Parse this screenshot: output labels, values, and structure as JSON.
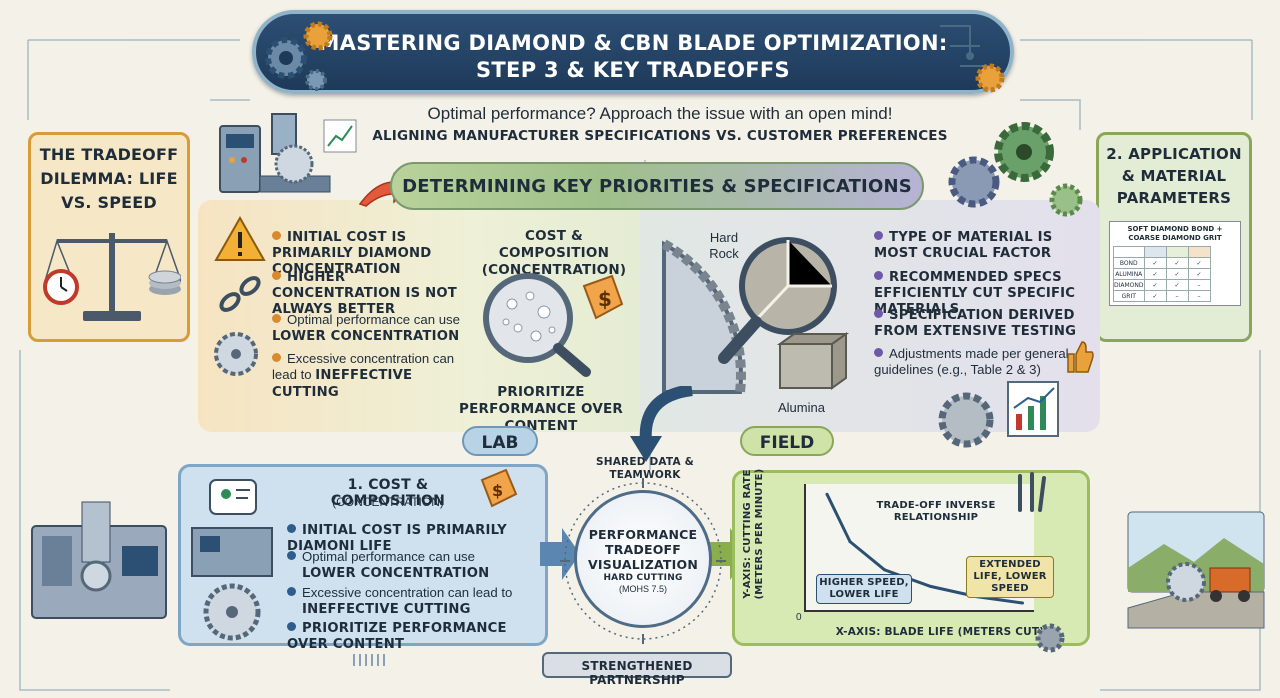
{
  "title": {
    "line1": "MASTERING DIAMOND & CBN BLADE OPTIMIZATION:",
    "line2": "STEP 3 & KEY TRADEOFFS"
  },
  "subtitle": "Optimal performance? Approach the issue with an open mind!",
  "subtitle_caps": "ALIGNING MANUFACTURER SPECIFICATIONS VS. CUSTOMER PREFERENCES",
  "left_box": {
    "label": "THE TRADEOFF DILEMMA: LIFE VS. SPEED"
  },
  "right_box": {
    "label": "2. APPLICATION & MATERIAL PARAMETERS",
    "table_title": "SOFT DIAMOND BOND + COARSE DIAMOND GRIT",
    "table_rows": [
      "BOND",
      "ALUMINA",
      "DIAMOND",
      "GRIT"
    ]
  },
  "priorities": "DETERMINING KEY PRIORITIES & SPECIFICATIONS",
  "left_panel": {
    "heading": "COST & COMPOSITION",
    "heading_sub": "(CONCENTRATION)",
    "b1": "INITIAL COST IS PRIMARILY DIAMOND CONCENTRATION",
    "b2": "HIGHER CONCENTRATION IS NOT ALWAYS BETTER",
    "b3a": "Optimal performance can use ",
    "b3b": "LOWER CONCENTRATION",
    "b4a": "Excessive concentration can lead to ",
    "b4b": "INEFFECTIVE CUTTING",
    "prioritize": "PRIORITIZE PERFORMANCE OVER CONTENT"
  },
  "right_panel": {
    "hard_rock": "Hard Rock",
    "alumina": "Alumina",
    "b1": "TYPE OF MATERIAL IS MOST CRUCIAL FACTOR",
    "b2": "RECOMMENDED SPECS EFFICIENTLY CUT SPECIFIC MATERIALS",
    "b3": "SPECIFICATION DERIVED FROM EXTENSIVE TESTING",
    "b4": "Adjustments made per general guidelines (e.g., Table 2 & 3)"
  },
  "lab": "LAB",
  "field": "FIELD",
  "bottom_left": {
    "heading": "1. COST & COMPOSITION",
    "heading_sub": "(CONCENTRATION)",
    "b1": "INITIAL COST IS PRIMARILY DIAMONI LIFE",
    "b2a": "Optimal performance can use",
    "b2b": "LOWER CONCENTRATION",
    "b3a": "Excessive concentration can lead to",
    "b3b": "INEFFECTIVE CUTTING",
    "b4": "PRIORITIZE PERFORMANCE OVER CONTENT"
  },
  "center": {
    "shared": "SHARED DATA & TEAMWORK",
    "viz": "PERFORMANCE TRADEOFF VISUALIZATION",
    "hard": "HARD CUTTING",
    "mohs": "(MOHS 7.5)"
  },
  "partnership": "STRENGTHENED PARTNERSHIP",
  "chart_data": {
    "type": "line",
    "title": "",
    "xlabel": "X-AXIS: BLADE LIFE (Meters Cut)",
    "ylabel": "Y-AXIS: CUTTING RATE (Meters per Minute)",
    "xlim": [
      0,
      1
    ],
    "ylim": [
      0,
      1
    ],
    "series": [
      {
        "x": [
          0.1,
          0.2,
          0.35,
          0.55,
          0.75,
          0.95
        ],
        "y": [
          0.92,
          0.55,
          0.33,
          0.2,
          0.12,
          0.07
        ]
      }
    ],
    "annotations": {
      "inverse": "TRADE-OFF INVERSE RELATIONSHIP",
      "high_speed": "HIGHER SPEED, LOWER LIFE",
      "extended": "EXTENDED LIFE, LOWER SPEED"
    },
    "origin": "0"
  },
  "colors": {
    "navy": "#1e3a5a",
    "orange": "#d98a2e",
    "green": "#8aa65a",
    "blue": "#7fa6c6"
  }
}
